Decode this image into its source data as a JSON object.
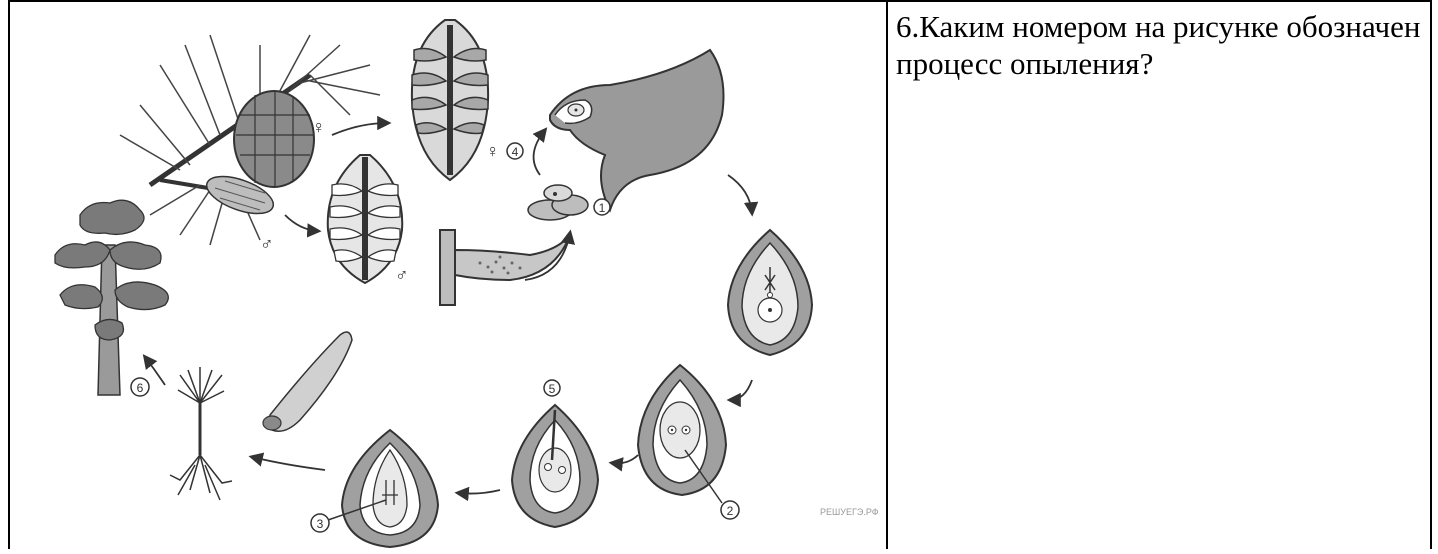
{
  "question": {
    "text": "6.Каким номером на рисунке обозначен процесс опыления?"
  },
  "diagram": {
    "watermark": "РЕШУЕГЭ.РФ",
    "markers": {
      "n1": "1",
      "n2": "2",
      "n3": "3",
      "n4": "4",
      "n5": "5",
      "n6": "6"
    },
    "symbols": {
      "female": "♀",
      "male": "♂"
    }
  }
}
